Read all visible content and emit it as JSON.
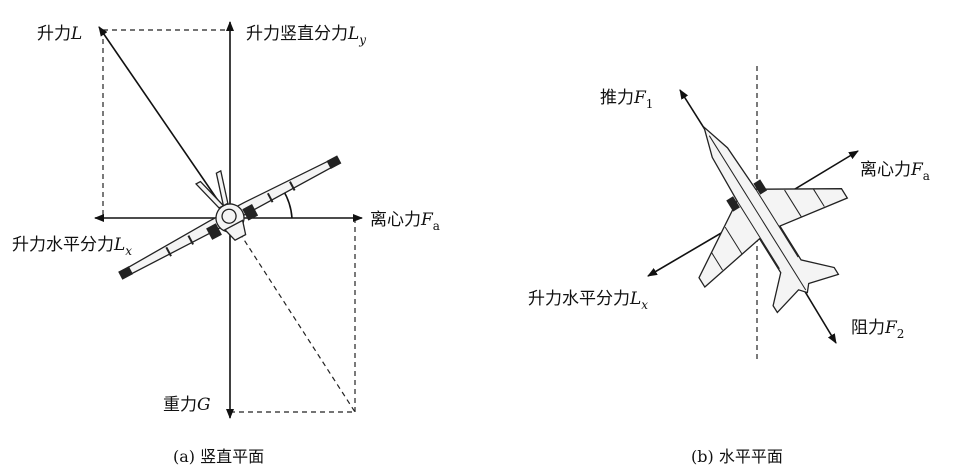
{
  "panel_a": {
    "lift": {
      "text": "升力",
      "sym": "L",
      "sub": ""
    },
    "lift_vert": {
      "text": "升力竖直分力",
      "sym": "L",
      "sub": "y"
    },
    "lift_horiz": {
      "text": "升力水平分力",
      "sym": "L",
      "sub": "x"
    },
    "centrifugal": {
      "text": "离心力",
      "sym": "F",
      "sub": "a"
    },
    "gravity": {
      "text": "重力",
      "sym": "G",
      "sub": ""
    },
    "caption": "(a) 竖直平面"
  },
  "panel_b": {
    "thrust": {
      "text": "推力",
      "sym": "F",
      "sub": "1"
    },
    "centrifugal": {
      "text": "离心力",
      "sym": "F",
      "sub": "a"
    },
    "lift_horiz": {
      "text": "升力水平分力",
      "sym": "L",
      "sub": "x"
    },
    "drag": {
      "text": "阻力",
      "sym": "F",
      "sub": "2"
    },
    "caption": "(b) 水平平面"
  }
}
